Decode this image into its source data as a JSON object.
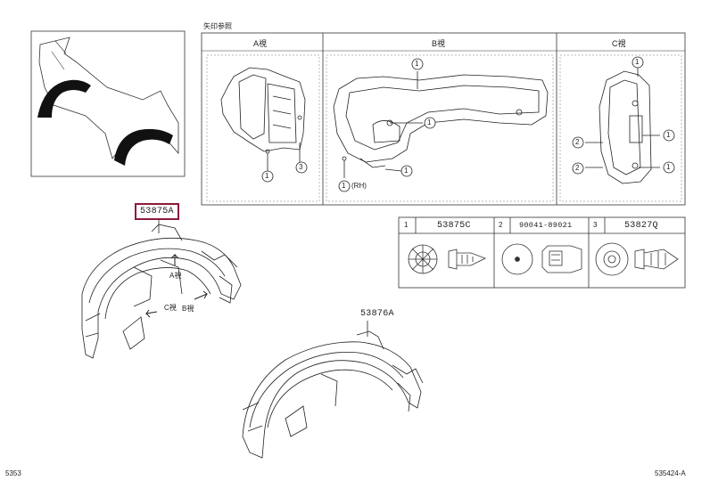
{
  "reference_note": "矢印参照",
  "views": {
    "a": {
      "title": "A視"
    },
    "b": {
      "title": "B視"
    },
    "c": {
      "title": "C視"
    }
  },
  "callouts": {
    "one": "1",
    "two": "2",
    "three": "3",
    "rh_note": "(RH)"
  },
  "parts_table": [
    {
      "num": "1",
      "part": "53875C"
    },
    {
      "num": "2",
      "part": "90041-89021"
    },
    {
      "num": "3",
      "part": "53827Q"
    }
  ],
  "main_parts": {
    "front": "53875A",
    "rear": "53876A"
  },
  "arrow_labels": {
    "a_view": "A視",
    "b_view": "B視",
    "c_view": "C視"
  },
  "footer": {
    "left_code": "5353",
    "right_code": "535424-A"
  },
  "colors": {
    "highlight": "#8b1a3a",
    "line": "#222222"
  }
}
